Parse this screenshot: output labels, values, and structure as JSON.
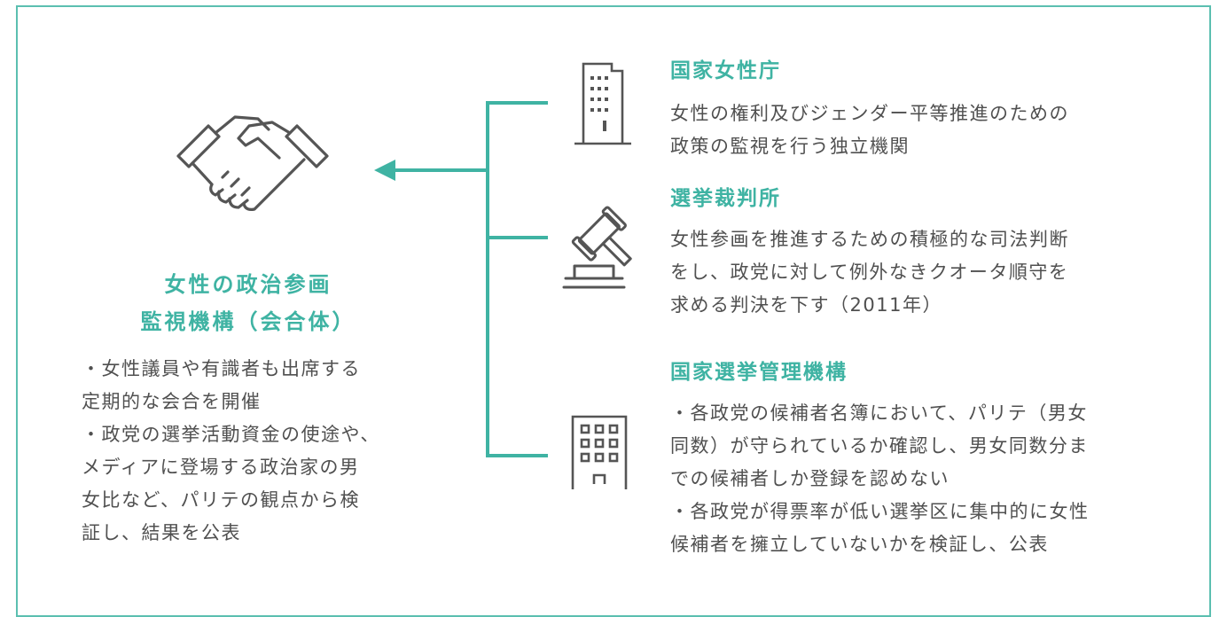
{
  "colors": {
    "accent": "#3fb3a3",
    "border": "#5bbfb0",
    "icon": "#555555",
    "text": "#505050"
  },
  "center": {
    "icon": "handshake-icon",
    "title_line1": "女性の政治参画",
    "title_line2": "監視機構（会合体）",
    "desc_lines": [
      "・女性議員や有識者も出席する",
      "定期的な会合を開催",
      "・政党の選挙活動資金の使途や、",
      "メディアに登場する政治家の男",
      "女比など、パリテの観点から検",
      "証し、結果を公表"
    ]
  },
  "agencies": [
    {
      "icon": "office-building-icon",
      "title": "国家女性庁",
      "desc_lines": [
        "女性の権利及びジェンダー平等推進のための",
        "政策の監視を行う独立機関"
      ]
    },
    {
      "icon": "gavel-icon",
      "title": "選挙裁判所",
      "desc_lines": [
        "女性参画を推進するための積極的な司法判断",
        "をし、政党に対して例外なきクオータ順守を",
        "求める判決を下す（2011年）"
      ]
    },
    {
      "icon": "building-icon",
      "title": "国家選挙管理機構",
      "desc_lines": [
        "・各政党の候補者名簿において、パリテ（男女",
        "同数）が守られているか確認し、男女同数分ま",
        "での候補者しか登録を認めない",
        "・各政党が得票率が低い選挙区に集中的に女性",
        "候補者を擁立していないかを検証し、公表"
      ]
    }
  ]
}
